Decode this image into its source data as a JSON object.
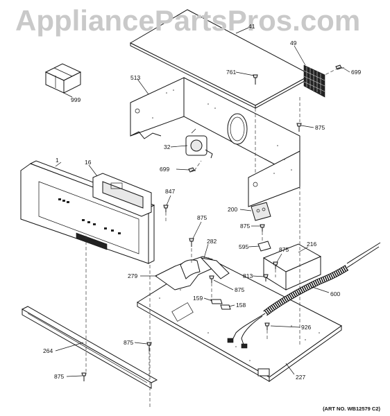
{
  "watermark": "AppliancePartsPros.com",
  "art_number": "(ART NO. WB12579 C2)",
  "callouts": {
    "c41": "41",
    "c49": "49",
    "c699a": "699",
    "c999": "999",
    "c761": "761",
    "c513": "513",
    "c875a": "875",
    "c32": "32",
    "c1": "1",
    "c16": "16",
    "c699b": "699",
    "c847": "847",
    "c200": "200",
    "c875b": "875",
    "c875c": "875",
    "c282": "282",
    "c595": "595",
    "c875d": "875",
    "c216": "216",
    "c279": "279",
    "c813": "813",
    "c875e": "875",
    "c600": "600",
    "c159": "159",
    "c158": "158",
    "c926": "926",
    "c264": "264",
    "c875f": "875",
    "c875g": "875",
    "c227": "227"
  }
}
